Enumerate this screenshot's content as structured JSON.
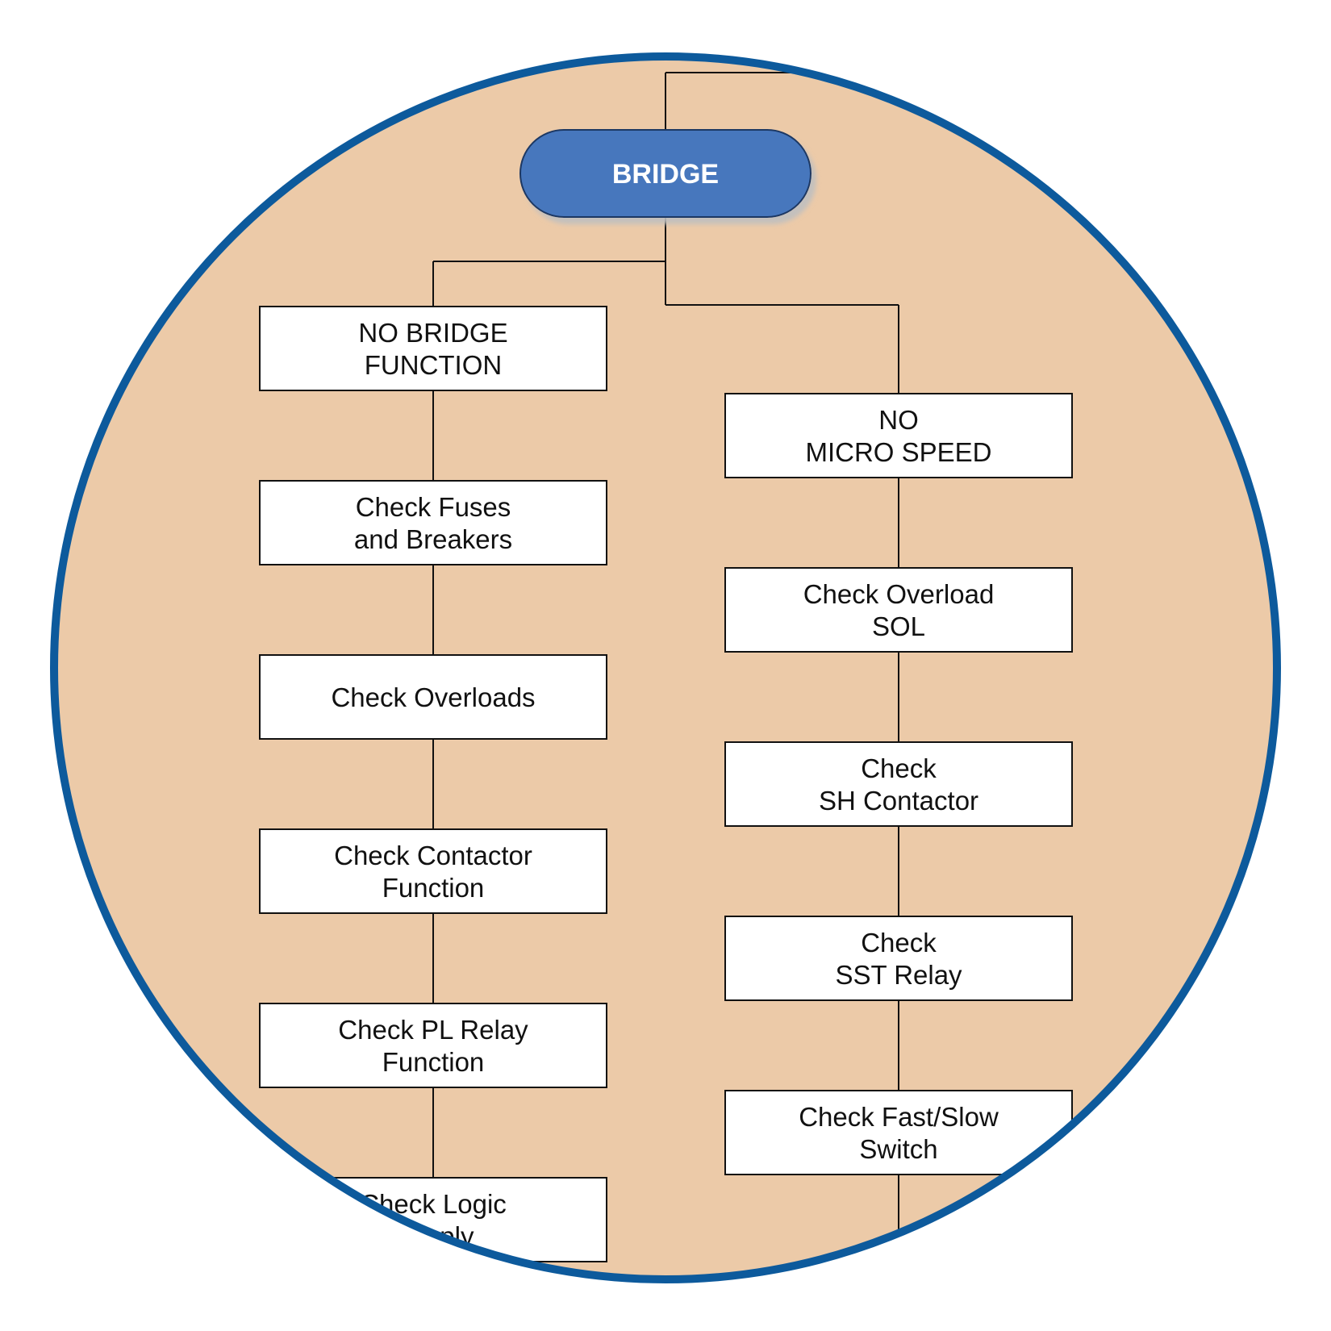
{
  "colors": {
    "circle_fill": "#eccaa8",
    "circle_border": "#0d5a9c",
    "root_fill": "#4677bd",
    "root_border": "#1f3864",
    "root_text": "#ffffff",
    "box_fill": "#ffffff",
    "line": "#111111",
    "text": "#111111"
  },
  "root": {
    "label": "BRIDGE"
  },
  "branches": [
    {
      "id": "left",
      "items": [
        {
          "lines": [
            "NO BRIDGE",
            "FUNCTION"
          ]
        },
        {
          "lines": [
            "Check Fuses",
            "and Breakers"
          ]
        },
        {
          "lines": [
            "Check Overloads"
          ]
        },
        {
          "lines": [
            "Check Contactor",
            "Function"
          ]
        },
        {
          "lines": [
            "Check PL Relay",
            "Function"
          ]
        },
        {
          "lines": [
            "Check Logic",
            "Supply"
          ]
        }
      ]
    },
    {
      "id": "right",
      "items": [
        {
          "lines": [
            "NO",
            "MICRO SPEED"
          ]
        },
        {
          "lines": [
            "Check Overload",
            "SOL"
          ]
        },
        {
          "lines": [
            "Check",
            "SH Contactor"
          ]
        },
        {
          "lines": [
            "Check",
            "SST Relay"
          ]
        },
        {
          "lines": [
            "Check Fast/Slow",
            "Switch"
          ]
        }
      ]
    }
  ]
}
